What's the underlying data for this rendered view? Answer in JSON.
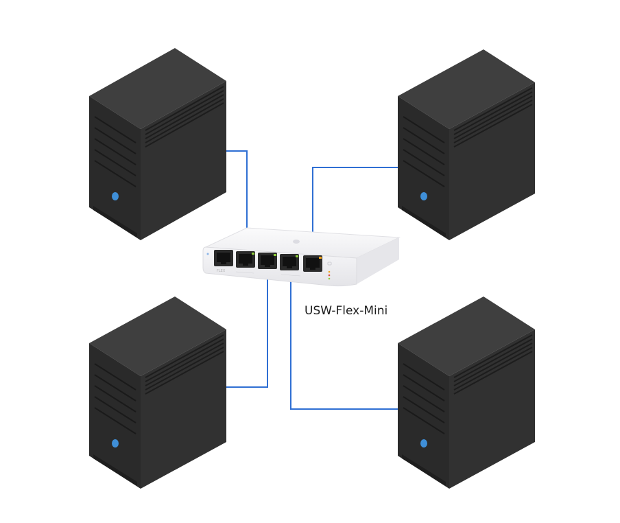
{
  "diagram": {
    "switch": {
      "label": "USW-Flex-Mini",
      "model_text": "FLEX",
      "port_count": 5
    },
    "servers": [
      {
        "id": "server-top-left"
      },
      {
        "id": "server-top-right"
      },
      {
        "id": "server-bottom-left"
      },
      {
        "id": "server-bottom-right"
      }
    ],
    "connections": [
      {
        "from": "server-top-left",
        "to_port": 2
      },
      {
        "from": "server-top-right",
        "to_port": 5
      },
      {
        "from": "server-bottom-left",
        "to_port": 3
      },
      {
        "from": "server-bottom-right",
        "to_port": 4
      }
    ],
    "colors": {
      "cable": "#2f6fd3",
      "server_body": "#2f2f2f",
      "server_front": "#262626",
      "power_led": "#3f8fd8",
      "switch_body": "#f4f4f6",
      "port_led_green": "#8ecf3a",
      "port_led_amber": "#f2a51c"
    }
  }
}
